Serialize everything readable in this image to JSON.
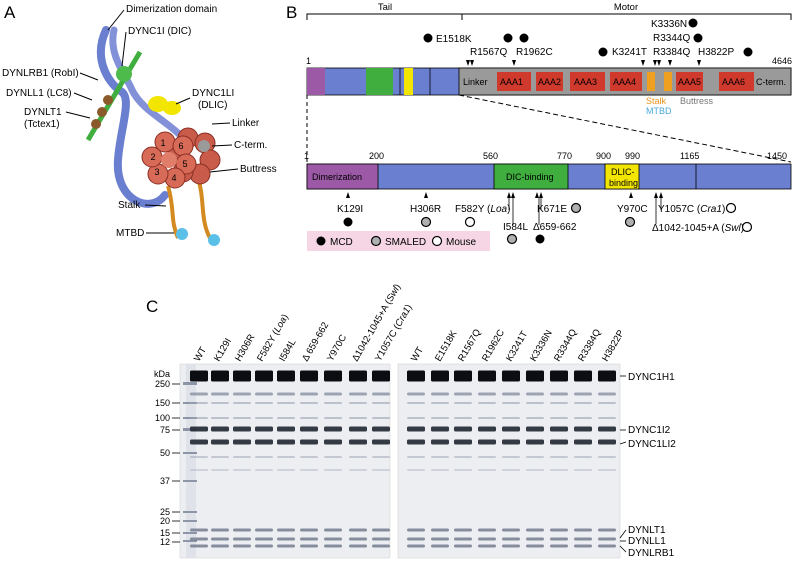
{
  "panels": {
    "a": "A",
    "b": "B",
    "c": "C"
  },
  "panel_a": {
    "labels": {
      "dimerization": "Dimerization domain",
      "dync1i": "DYNC1I (DIC)",
      "dynlrb1": "DYNLRB1 (RobI)",
      "dynll1": "DYNLL1 (LC8)",
      "dynlt1_a": "DYNLT1",
      "dynlt1_b": "(Tctex1)",
      "dync1li_a": "DYNC1LI",
      "dync1li_b": "(DLIC)",
      "linker": "Linker",
      "cterm": "C-term.",
      "buttress": "Buttress",
      "stalk": "Stalk",
      "mtbd": "MTBD"
    },
    "ring_numbers": [
      "1",
      "2",
      "3",
      "4",
      "5",
      "6"
    ]
  },
  "panel_b": {
    "region_tail": "Tail",
    "region_motor": "Motor",
    "full_start": "1",
    "full_end": "4646",
    "motor_segments": [
      "Linker",
      "AAA1",
      "AAA2",
      "AAA3",
      "AAA4",
      "AAA5",
      "AAA6",
      "C-term."
    ],
    "stalk_label": "Stalk",
    "mtbd_label": "MTBD",
    "buttress_label": "Buttress",
    "motor_mutations": [
      "E1518K",
      "R1567Q",
      "R1962C",
      "K3241T",
      "K3336N",
      "R3344Q",
      "R3384Q",
      "H3822P"
    ],
    "tail_ticks": [
      "1",
      "200",
      "560",
      "770",
      "900",
      "990",
      "1165",
      "1450"
    ],
    "tail_segments": [
      "Dimerization",
      "DIC-binding",
      "DLIC-",
      "binding"
    ],
    "tail_mutations": {
      "k129i": "K129I",
      "h306r": "H306R",
      "f582y_a": "F582Y (",
      "f582y_b": "Loa",
      "f582y_c": ")",
      "i584l": "I584L",
      "k671e": "K671E",
      "d659": "Δ659-662",
      "y970c": "Y970C",
      "y1057c_a": "Y1057C (",
      "y1057c_b": "Cra1",
      "y1057c_c": ")",
      "d1042_a": "Δ1042-1045+A (",
      "d1042_b": "Swl",
      "d1042_c": ")"
    },
    "legend": {
      "mcd": "MCD",
      "smaled": "SMALED",
      "mouse": "Mouse"
    },
    "colors": {
      "purple": "#9b59a6",
      "blue": "#6b7fd0",
      "green": "#3fae3f",
      "yellow": "#f2e600",
      "red": "#d03a2c",
      "orange": "#f0a020",
      "grey": "#9a9a9a",
      "legend_bg": "#f6d6e4"
    }
  },
  "panel_c": {
    "lanes_left": [
      "WT",
      "K129I",
      "H306R",
      "F582Y (",
      "I584L",
      "Δ 659-662",
      "Y970C",
      "Δ1042-1045+A (",
      "Y1057C ("
    ],
    "lanes_left_italic": [
      "",
      "",
      "",
      "Loa",
      "",
      "",
      "",
      "Swl",
      "Cra1"
    ],
    "lanes_right": [
      "WT",
      "E1518K",
      "R1567Q",
      "R1962C",
      "K3241T",
      "K3336N",
      "R3344Q",
      "R3384Q",
      "H3822P"
    ],
    "kda_label": "kDa",
    "markers": [
      "250",
      "150",
      "100",
      "75",
      "50",
      "37",
      "25",
      "20",
      "15",
      "12"
    ],
    "band_labels": [
      "DYNC1H1",
      "DYNC1I2",
      "DYNC1LI2",
      "DYNLT1",
      "DYNLL1",
      "DYNLRB1"
    ]
  }
}
